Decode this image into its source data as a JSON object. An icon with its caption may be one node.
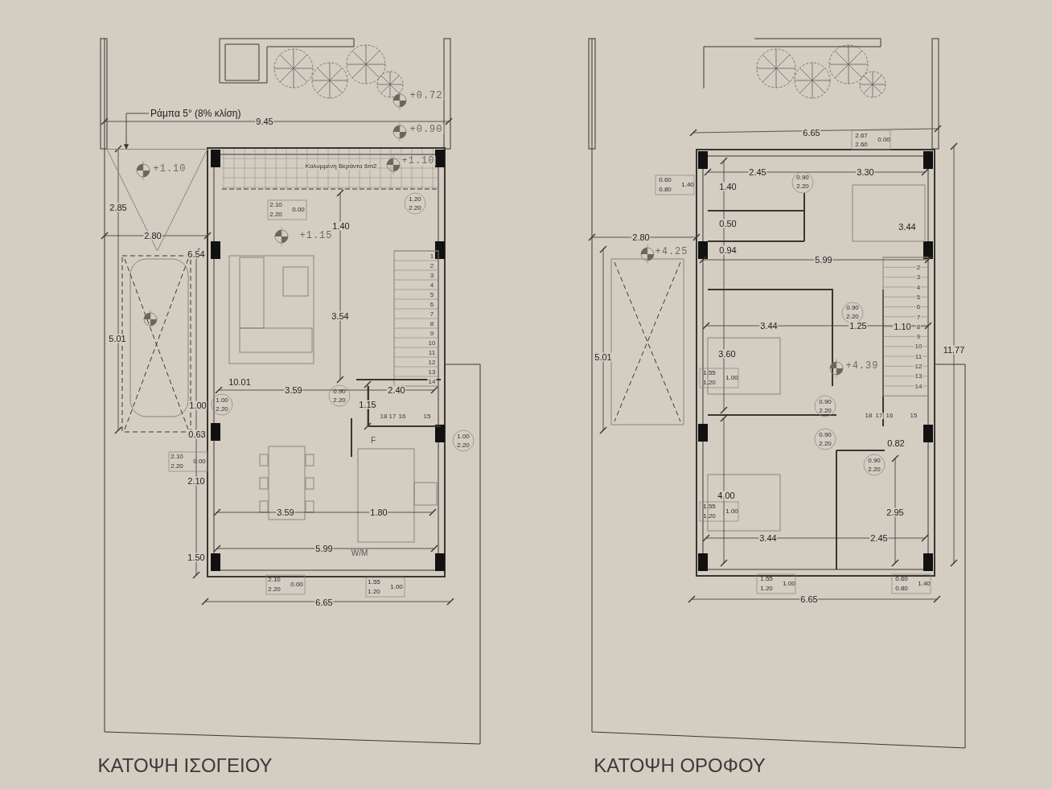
{
  "diagram": {
    "nodes": [
      {
        "text": [
          "Ράμπα 5° (8% κλίση)"
        ]
      },
      {
        "text": [],
        "shape": "triangle"
      }
    ],
    "edges": [
      {
        "from": 0,
        "to": 1,
        "arrow": "to"
      }
    ],
    "labels": [
      "+0.72",
      "9.45",
      "+0.90",
      "+1.10",
      "Καλυμμένη Βεράντα 6m2",
      "+1.10",
      "2.85",
      "2.10",
      "2.20",
      "0.00",
      "1.20",
      "2.20",
      "1.40",
      "2.80",
      "+1.15",
      "6.54",
      "1",
      "2",
      "3",
      "4",
      "5",
      "6",
      "7",
      "8",
      "9",
      "10",
      "11",
      "12",
      "13",
      "14",
      "3.54",
      "5.01",
      "10.01",
      "3.59",
      "0.90",
      "2.20",
      "2.40",
      "1.00",
      "1.00",
      "2.20",
      "1.15",
      "18",
      "17",
      "16",
      "15",
      "0.63",
      "F",
      "1.00",
      "2.20",
      "2.10",
      "2.20",
      "0.00",
      "2.10",
      "3.59",
      "1.80",
      "5.99",
      "W/M",
      "1.50",
      "2.10",
      "2.20",
      "0.00",
      "1.55",
      "1.20",
      "1.00",
      "6.65",
      "ΚΑΤΟΨΗ ΙΣΟΓΕΙΟΥ",
      "6.65",
      "2.67",
      "2.60",
      "0.00",
      "0.60",
      "0.80",
      "1.40",
      "2.45",
      "0.90",
      "2.20",
      "3.30",
      "1.40",
      "0.50",
      "3.44",
      "2.80",
      "+4.25",
      "0.94",
      "5.99",
      "2",
      "3",
      "4",
      "5",
      "6",
      "7",
      "8",
      "9",
      "10",
      "11",
      "12",
      "13",
      "14",
      "0.90",
      "2.20",
      "3.44",
      "1.25",
      "1.10",
      "5.01",
      "3.60",
      "11.77",
      "1.55",
      "1.20",
      "1.00",
      "+4.39",
      "0.90",
      "2.20",
      "18",
      "17",
      "16",
      "15",
      "0.90",
      "2.20",
      "0.82",
      "0.90",
      "2.20",
      "4.00",
      "1.55",
      "1.20",
      "1.00",
      "2.95",
      "3.44",
      "2.45",
      "1.55",
      "1.20",
      "1.00",
      "0.60",
      "0.80",
      "1.40",
      "6.65",
      "ΚΑΤΟΨΗ ΟΡΟΦΟΥ"
    ]
  }
}
